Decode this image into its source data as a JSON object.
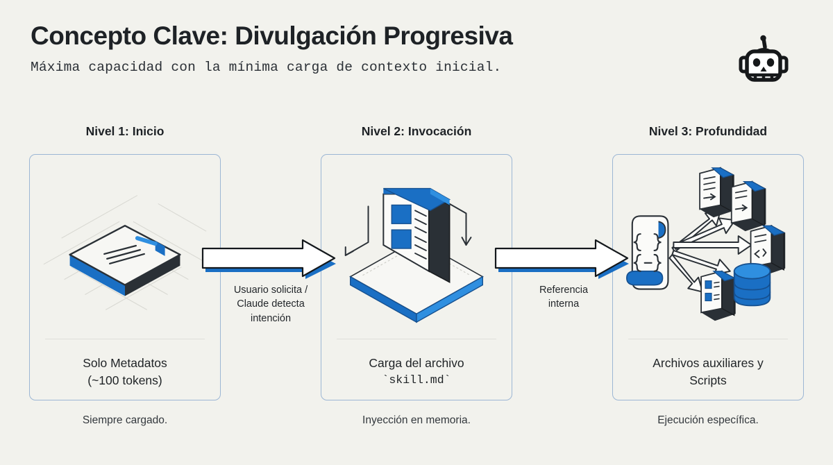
{
  "header": {
    "title": "Concepto Clave: Divulgación Progresiva",
    "subtitle": "Máxima capacidad con la mínima carga de contexto inicial.",
    "icon": "robot-head-icon"
  },
  "colors": {
    "background": "#f2f2ed",
    "accent_blue": "#1a6fc4",
    "card_border": "#9cb6d4",
    "ink": "#1e2226",
    "dark_fill": "#2a3036"
  },
  "columns": [
    {
      "title": "Nivel 1: Inicio",
      "caption_line1": "Solo Metadatos",
      "caption_line2": "(~100 tokens)",
      "footer": "Siempre cargado.",
      "illustration": "isometric-metadata-card-on-grid"
    },
    {
      "title": "Nivel 2: Invocación",
      "caption_line1": "Carga del archivo",
      "caption_line2": "`skill.md`",
      "caption_line2_mono": true,
      "footer": "Inyección en memoria.",
      "illustration": "isometric-document-on-platform"
    },
    {
      "title": "Nivel 3: Profundidad",
      "caption_line1": "Archivos auxiliares y",
      "caption_line2": "Scripts",
      "footer": "Ejecución específica.",
      "illustration": "fan-out-documents-and-database"
    }
  ],
  "connectors": [
    {
      "label_line1": "Usuario solicita /",
      "label_line2": "Claude detecta",
      "label_line3": "intención",
      "icon": "right-block-arrow-icon"
    },
    {
      "label_line1": "Referencia",
      "label_line2": "interna",
      "label_line3": "",
      "icon": "right-block-arrow-icon"
    }
  ]
}
